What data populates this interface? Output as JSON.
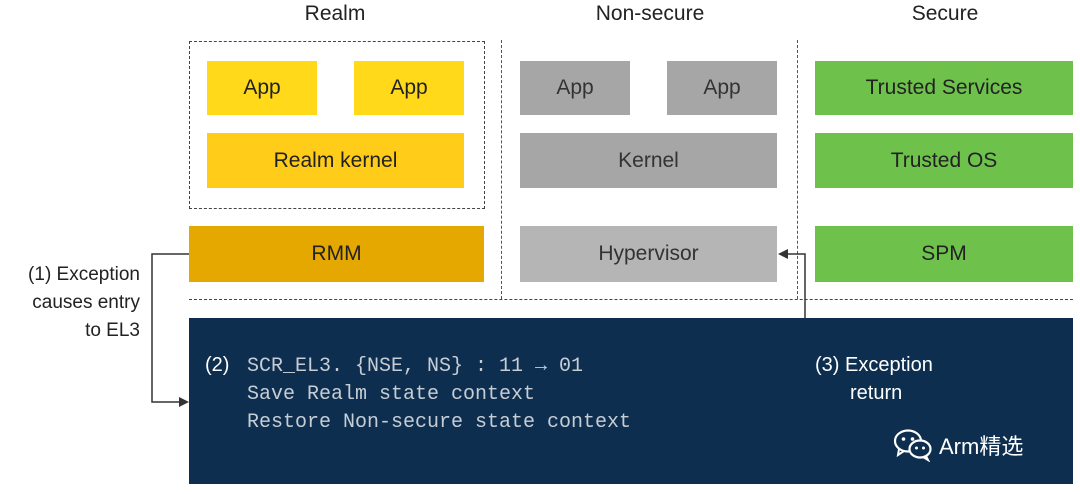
{
  "columns": {
    "realm": "Realm",
    "nonsecure": "Non-secure",
    "secure": "Secure"
  },
  "realm": {
    "app1": "App",
    "app2": "App",
    "kernel": "Realm kernel",
    "rmm": "RMM"
  },
  "nonsecure": {
    "app1": "App",
    "app2": "App",
    "kernel": "Kernel",
    "hypervisor": "Hypervisor"
  },
  "secure": {
    "trusted_services": "Trusted Services",
    "trusted_os": "Trusted OS",
    "spm": "SPM"
  },
  "annotations": {
    "step1_line1": "(1) Exception",
    "step1_line2": "causes entry",
    "step1_line3": "to EL3",
    "step2_num": "(2)",
    "step2_code1": "SCR_EL3. {NSE, NS} : 11 → 01",
    "step2_code2": "Save Realm state context",
    "step2_code3": "Restore Non-secure state context",
    "step3_line1": "(3) Exception",
    "step3_line2": "return"
  },
  "watermark": "Arm精选",
  "colors": {
    "app_yellow": "#ffd91a",
    "rmm_amber": "#e5a800",
    "nonsecure_gray": "#a6a6a6",
    "secure_green": "#6ec24c",
    "el3_navy": "#0d2e4f"
  }
}
